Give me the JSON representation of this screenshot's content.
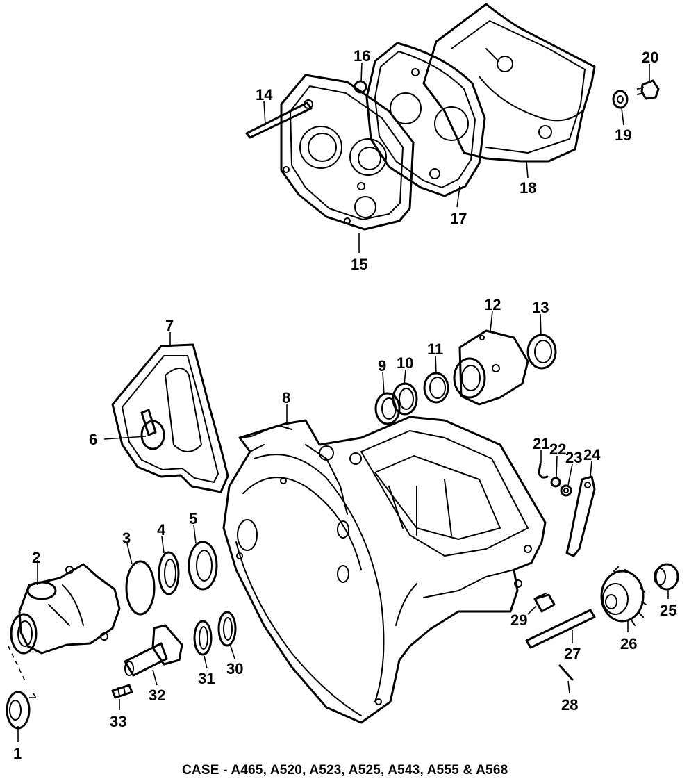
{
  "caption": "CASE - A465, A520, A523, A525, A543, A555 & A568",
  "callouts": [
    "1",
    "2",
    "3",
    "4",
    "5",
    "6",
    "7",
    "8",
    "9",
    "10",
    "11",
    "12",
    "13",
    "14",
    "15",
    "16",
    "17",
    "18",
    "19",
    "20",
    "21",
    "22",
    "23",
    "24",
    "25",
    "26",
    "27",
    "28",
    "29",
    "30",
    "31",
    "32",
    "33"
  ]
}
